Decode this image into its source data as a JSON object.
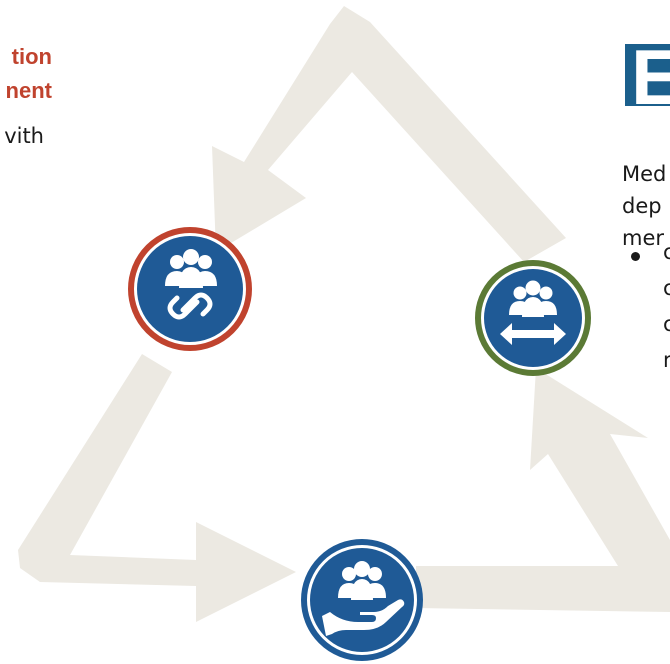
{
  "left_panel": {
    "heading_line1": "tion",
    "heading_line2": "nent",
    "body_fragment": "vith"
  },
  "right_panel": {
    "heading_fragment": "E",
    "body_lines": [
      "Med",
      "dep",
      "mer"
    ],
    "bullet_lines": [
      "c",
      "c",
      "c",
      "r"
    ]
  },
  "colors": {
    "arrow": "#ece9e2",
    "icon_fill": "#1f5a96",
    "ring_collaboration": "#c0432e",
    "ring_exchange": "#5b7a35",
    "ring_support": "#1f5a96",
    "heading_red": "#c0432e",
    "heading_block": "#1b5f8c"
  },
  "nodes": [
    {
      "name": "collaboration-node",
      "icon": "people-link-icon"
    },
    {
      "name": "exchange-node",
      "icon": "people-arrows-icon"
    },
    {
      "name": "support-node",
      "icon": "people-hand-icon"
    }
  ]
}
